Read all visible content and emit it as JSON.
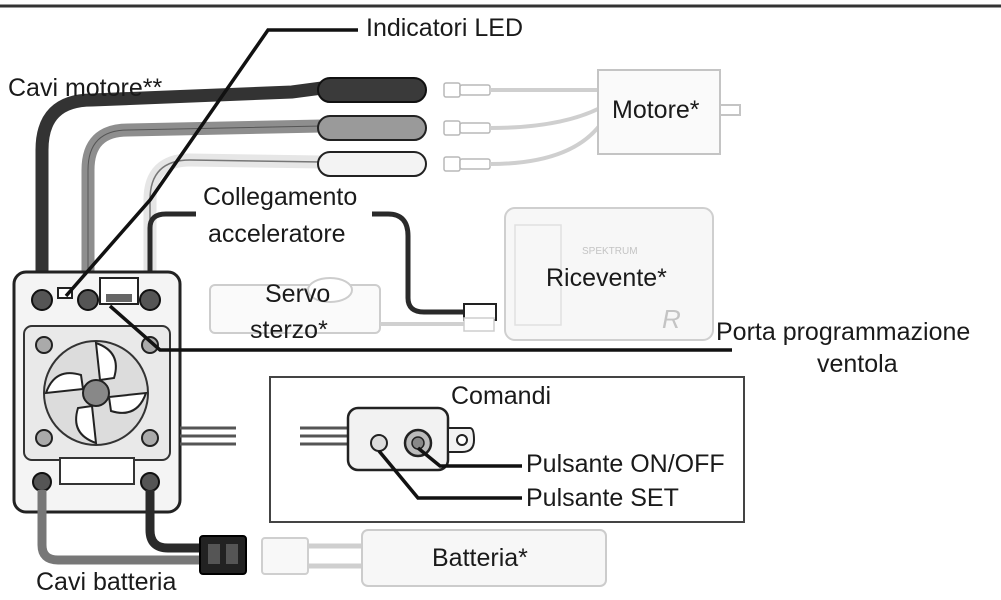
{
  "labels": {
    "led_indicators": "Indicatori LED",
    "motor_wires": "Cavi motore**",
    "motor": "Motore*",
    "throttle_connection_line1": "Collegamento",
    "throttle_connection_line2": "acceleratore",
    "receiver": "Ricevente*",
    "steering_servo_line1": "Servo",
    "steering_servo_line2": "sterzo*",
    "fan_programming_port_line1": "Porta programmazione",
    "fan_programming_port_line2": "ventola",
    "controls": "Comandi",
    "on_off_button": "Pulsante ON/OFF",
    "set_button": "Pulsante SET",
    "battery": "Batteria*",
    "battery_wires": "Cavi batteria"
  },
  "receiver_marks": {
    "brand_text": "SPEKTRUM",
    "logo_glyph": "R"
  },
  "colors": {
    "ink": "#1a1a1a",
    "wire_dark": "#3a3a3a",
    "wire_mid": "#8c8c8c",
    "wire_light": "#d6d6d6",
    "body_fill": "#f4f4f4",
    "faded_outline": "#c8c8c8"
  }
}
